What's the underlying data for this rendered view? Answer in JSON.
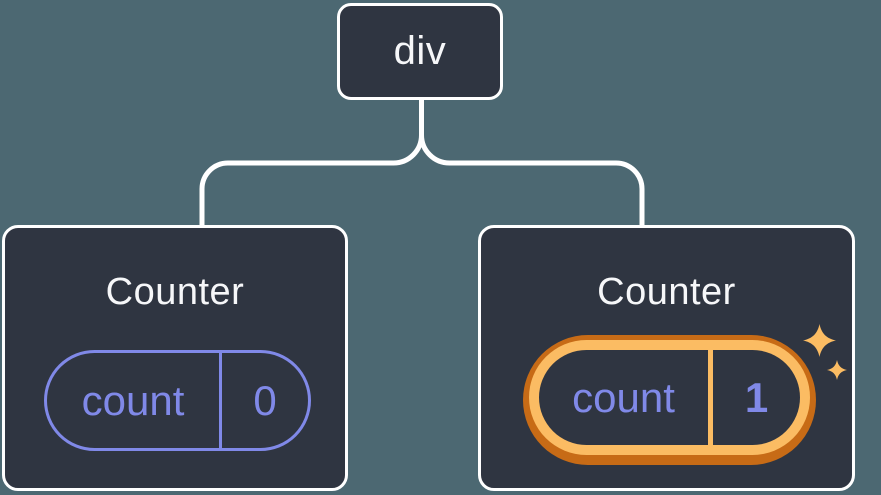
{
  "colors": {
    "background": "#4C6872",
    "card_background": "#2F3541",
    "card_border": "#FFFFFF",
    "accent_periwinkle": "#8089E8",
    "highlight_orange_dark": "#C76B16",
    "highlight_orange_light": "#FBBC63",
    "text_primary": "#F6F7F9"
  },
  "diagram": {
    "root": {
      "label": "div"
    },
    "children": [
      {
        "title": "Counter",
        "state": {
          "key": "count",
          "value": "0"
        },
        "highlighted": false
      },
      {
        "title": "Counter",
        "state": {
          "key": "count",
          "value": "1"
        },
        "highlighted": true,
        "badge": "sparkles-icon"
      }
    ]
  }
}
